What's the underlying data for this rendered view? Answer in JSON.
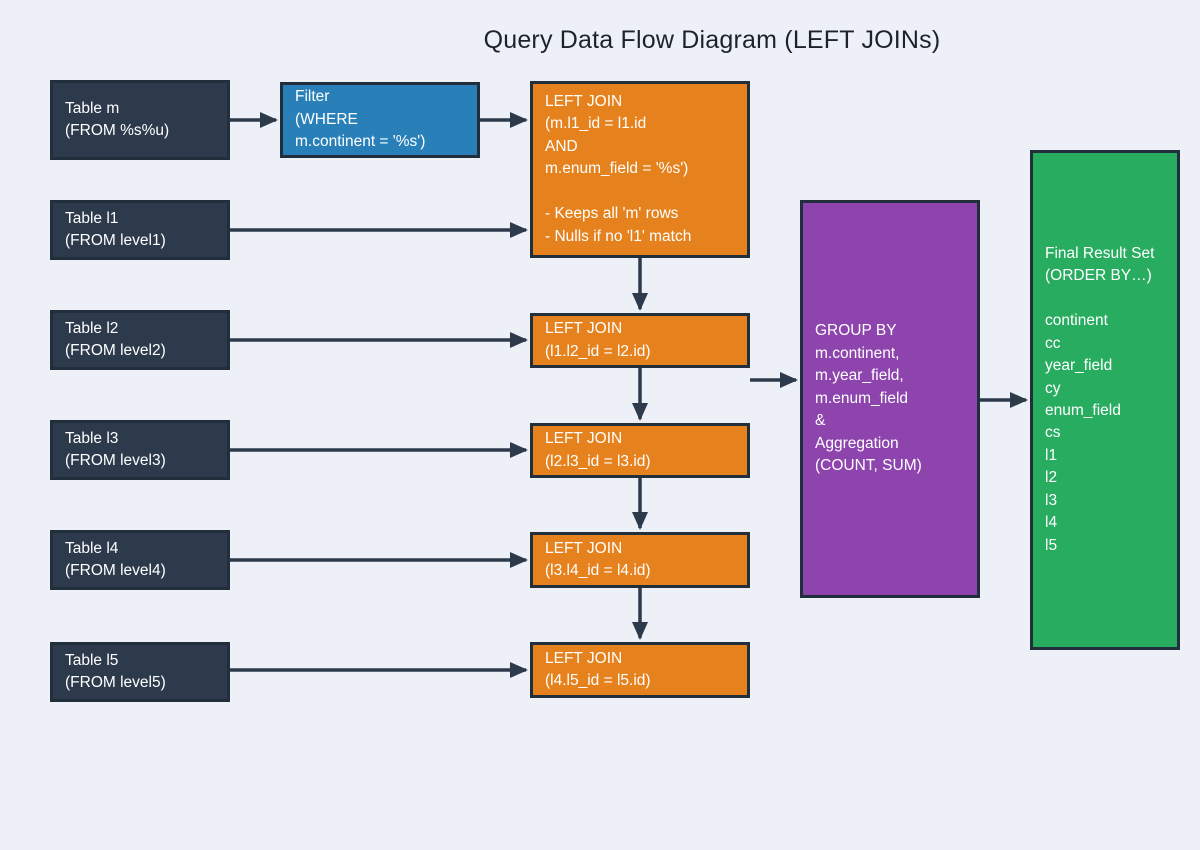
{
  "title": "Query Data Flow Diagram (LEFT JOINs)",
  "colors": {
    "background": "#edf1f7",
    "table_box": "#2c3a4c",
    "filter_box": "#2980b9",
    "join_box": "#e6821e",
    "group_box": "#8e44ad",
    "result_box": "#28ad60",
    "arrow": "#2c3a4c",
    "box_border": "#212e3c",
    "box_text": "#ffffff",
    "title_text": "#1d232d"
  },
  "nodes": {
    "table_m": {
      "text": "Table m\n(FROM %s%u)"
    },
    "filter": {
      "text": "Filter\n(WHERE\nm.continent = '%s')"
    },
    "join1": {
      "text": "LEFT JOIN\n(m.l1_id = l1.id\nAND\nm.enum_field = '%s')\n\n- Keeps all 'm' rows\n- Nulls if no 'l1' match"
    },
    "table_l1": {
      "text": "Table l1\n(FROM level1)"
    },
    "table_l2": {
      "text": "Table l2\n(FROM level2)"
    },
    "join2": {
      "text": "LEFT JOIN\n(l1.l2_id = l2.id)"
    },
    "table_l3": {
      "text": "Table l3\n(FROM level3)"
    },
    "join3": {
      "text": "LEFT JOIN\n(l2.l3_id = l3.id)"
    },
    "table_l4": {
      "text": "Table l4\n(FROM level4)"
    },
    "join4": {
      "text": "LEFT JOIN\n(l3.l4_id = l4.id)"
    },
    "table_l5": {
      "text": "Table l5\n(FROM level5)"
    },
    "join5": {
      "text": "LEFT JOIN\n(l4.l5_id = l5.id)"
    },
    "group_by": {
      "text": "GROUP BY\nm.continent,\nm.year_field,\nm.enum_field\n&\nAggregation\n(COUNT, SUM)"
    },
    "result": {
      "text": "Final Result Set\n(ORDER BY…)\n\ncontinent\ncc\nyear_field\ncy\nenum_field\ncs\nl1\nl2\nl3\nl4\nl5"
    }
  }
}
